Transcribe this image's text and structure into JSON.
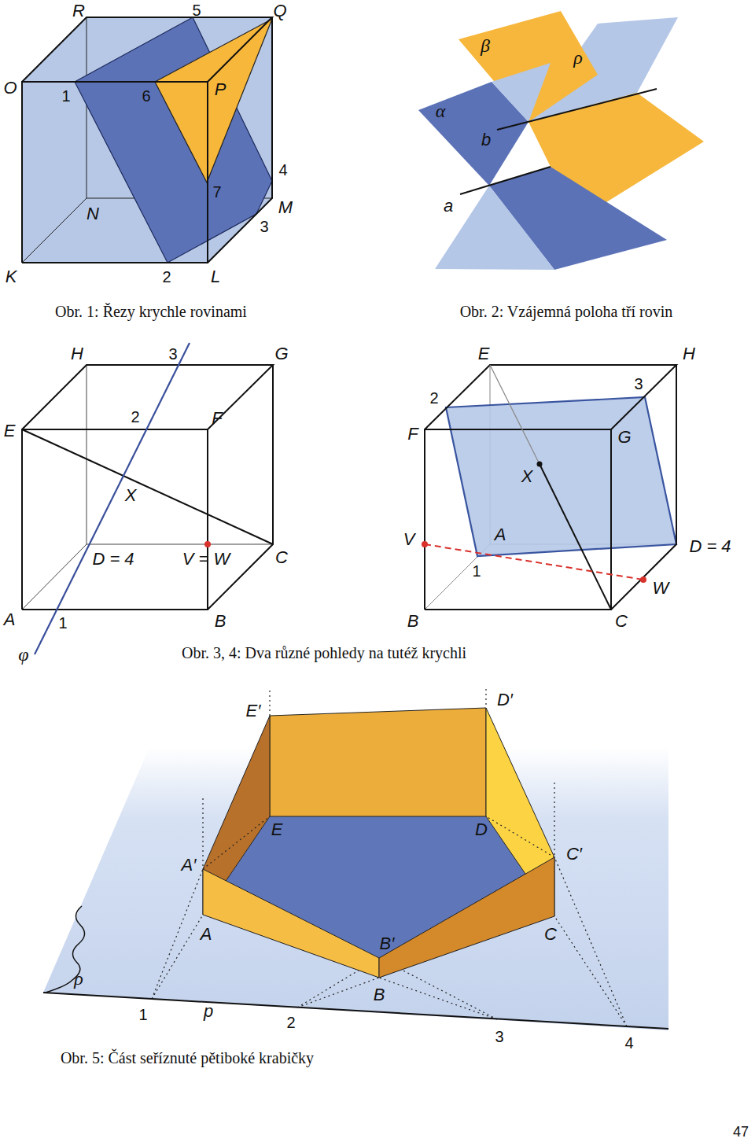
{
  "diagram": {
    "labels": [
      "R",
      "5",
      "Q",
      "O",
      "1",
      "6",
      "P",
      "4",
      "7",
      "N",
      "M",
      "3",
      "K",
      "2",
      "L",
      "Obr. 1: Řezy krychle rovinami",
      "β",
      "ρ",
      "α",
      "b",
      "a",
      "Obr. 2: Vzájemná poloha tří rovin",
      "H",
      "3",
      "G",
      "E",
      "2",
      "F",
      "X",
      "D = 4",
      "V = W",
      "C",
      "A",
      "1",
      "B",
      "φ",
      "E",
      "H",
      "2",
      "3",
      "F",
      "G",
      "X",
      "V",
      "A",
      "D = 4",
      "1",
      "W",
      "B",
      "C",
      "Obr. 3, 4: Dva různé pohledy na tutéž krychli",
      "E′",
      "D′",
      "E",
      "D",
      "A′",
      "C′",
      "A",
      "C",
      "B′",
      "B",
      "ρ",
      "1",
      "p",
      "2",
      "3",
      "4",
      "Obr. 5: Část seříznuté pětiboké krabičky",
      "47"
    ]
  }
}
